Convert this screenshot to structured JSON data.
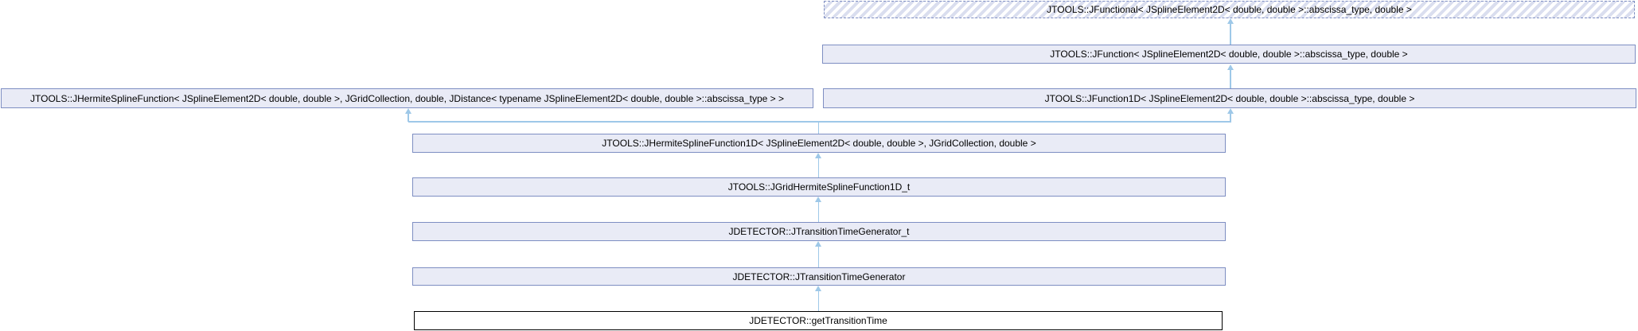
{
  "diagram": {
    "type": "class-inheritance-graph",
    "nodes": [
      {
        "id": "jfunctional",
        "label": "JTOOLS::JFunctional< JSplineElement2D< double, double >::abscissa_type, double >",
        "style": "external-dashed-hatched"
      },
      {
        "id": "jfunction",
        "label": "JTOOLS::JFunction< JSplineElement2D< double, double >::abscissa_type, double >",
        "style": "linked"
      },
      {
        "id": "jhermitesplinefunction",
        "label": "JTOOLS::JHermiteSplineFunction< JSplineElement2D< double, double >, JGridCollection, double, JDistance< typename JSplineElement2D< double, double >::abscissa_type > >",
        "style": "linked"
      },
      {
        "id": "jfunction1d",
        "label": "JTOOLS::JFunction1D< JSplineElement2D< double, double >::abscissa_type, double >",
        "style": "linked"
      },
      {
        "id": "jhermitesplinefunction1d",
        "label": "JTOOLS::JHermiteSplineFunction1D< JSplineElement2D< double, double >, JGridCollection, double >",
        "style": "linked"
      },
      {
        "id": "jgridhermitesplinefunction1d_t",
        "label": "JTOOLS::JGridHermiteSplineFunction1D_t",
        "style": "linked"
      },
      {
        "id": "jtransitiontimegenerator_t",
        "label": "JDETECTOR::JTransitionTimeGenerator_t",
        "style": "linked"
      },
      {
        "id": "jtransitiontimegenerator",
        "label": "JDETECTOR::JTransitionTimeGenerator",
        "style": "linked"
      },
      {
        "id": "gettransitiontime",
        "label": "JDETECTOR::getTransitionTime",
        "style": "current"
      }
    ],
    "edges": [
      {
        "from": "jfunction",
        "to": "jfunctional"
      },
      {
        "from": "jfunction1d",
        "to": "jfunction"
      },
      {
        "from": "jhermitesplinefunction1d",
        "to": "jhermitesplinefunction"
      },
      {
        "from": "jhermitesplinefunction1d",
        "to": "jfunction1d"
      },
      {
        "from": "jgridhermitesplinefunction1d_t",
        "to": "jhermitesplinefunction1d"
      },
      {
        "from": "jtransitiontimegenerator_t",
        "to": "jgridhermitesplinefunction1d_t"
      },
      {
        "from": "jtransitiontimegenerator",
        "to": "jtransitiontimegenerator_t"
      },
      {
        "from": "gettransitiontime",
        "to": "jtransitiontimegenerator"
      }
    ],
    "colors": {
      "background": "#ffffff",
      "node_fill": "#e9ebf6",
      "node_border": "#7e8ec2",
      "edge": "#9ec8e8",
      "hatch_stripe": "#dadeef",
      "current_border": "#000000"
    }
  }
}
